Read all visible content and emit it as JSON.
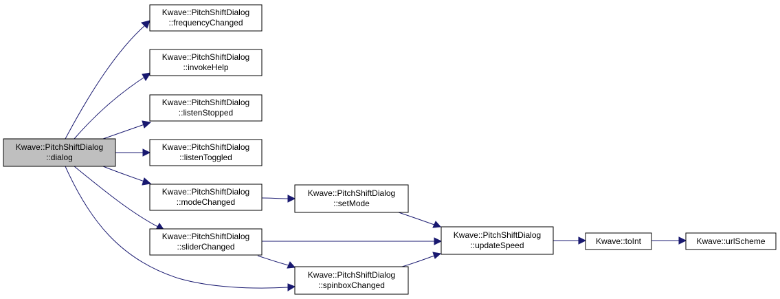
{
  "diagram": {
    "colors": {
      "edge": "#191970",
      "root_fill": "#bfbfbf",
      "node_fill": "#ffffff",
      "border": "#000000"
    },
    "nodes": {
      "dialog": {
        "line1": "Kwave::PitchShiftDialog",
        "line2": "::dialog",
        "highlighted": true
      },
      "frequencyChanged": {
        "line1": "Kwave::PitchShiftDialog",
        "line2": "::frequencyChanged"
      },
      "invokeHelp": {
        "line1": "Kwave::PitchShiftDialog",
        "line2": "::invokeHelp"
      },
      "listenStopped": {
        "line1": "Kwave::PitchShiftDialog",
        "line2": "::listenStopped"
      },
      "listenToggled": {
        "line1": "Kwave::PitchShiftDialog",
        "line2": "::listenToggled"
      },
      "modeChanged": {
        "line1": "Kwave::PitchShiftDialog",
        "line2": "::modeChanged"
      },
      "sliderChanged": {
        "line1": "Kwave::PitchShiftDialog",
        "line2": "::sliderChanged"
      },
      "setMode": {
        "line1": "Kwave::PitchShiftDialog",
        "line2": "::setMode"
      },
      "spinboxChanged": {
        "line1": "Kwave::PitchShiftDialog",
        "line2": "::spinboxChanged"
      },
      "updateSpeed": {
        "line1": "Kwave::PitchShiftDialog",
        "line2": "::updateSpeed"
      },
      "toInt": {
        "line1": "Kwave::toInt"
      },
      "urlScheme": {
        "line1": "Kwave::urlScheme"
      }
    },
    "edges": [
      {
        "from": "dialog",
        "to": "frequencyChanged"
      },
      {
        "from": "dialog",
        "to": "invokeHelp"
      },
      {
        "from": "dialog",
        "to": "listenStopped"
      },
      {
        "from": "dialog",
        "to": "listenToggled"
      },
      {
        "from": "dialog",
        "to": "modeChanged"
      },
      {
        "from": "dialog",
        "to": "sliderChanged"
      },
      {
        "from": "dialog",
        "to": "spinboxChanged"
      },
      {
        "from": "modeChanged",
        "to": "setMode"
      },
      {
        "from": "setMode",
        "to": "updateSpeed"
      },
      {
        "from": "sliderChanged",
        "to": "updateSpeed"
      },
      {
        "from": "sliderChanged",
        "to": "spinboxChanged"
      },
      {
        "from": "spinboxChanged",
        "to": "updateSpeed"
      },
      {
        "from": "updateSpeed",
        "to": "toInt"
      },
      {
        "from": "toInt",
        "to": "urlScheme"
      }
    ]
  }
}
